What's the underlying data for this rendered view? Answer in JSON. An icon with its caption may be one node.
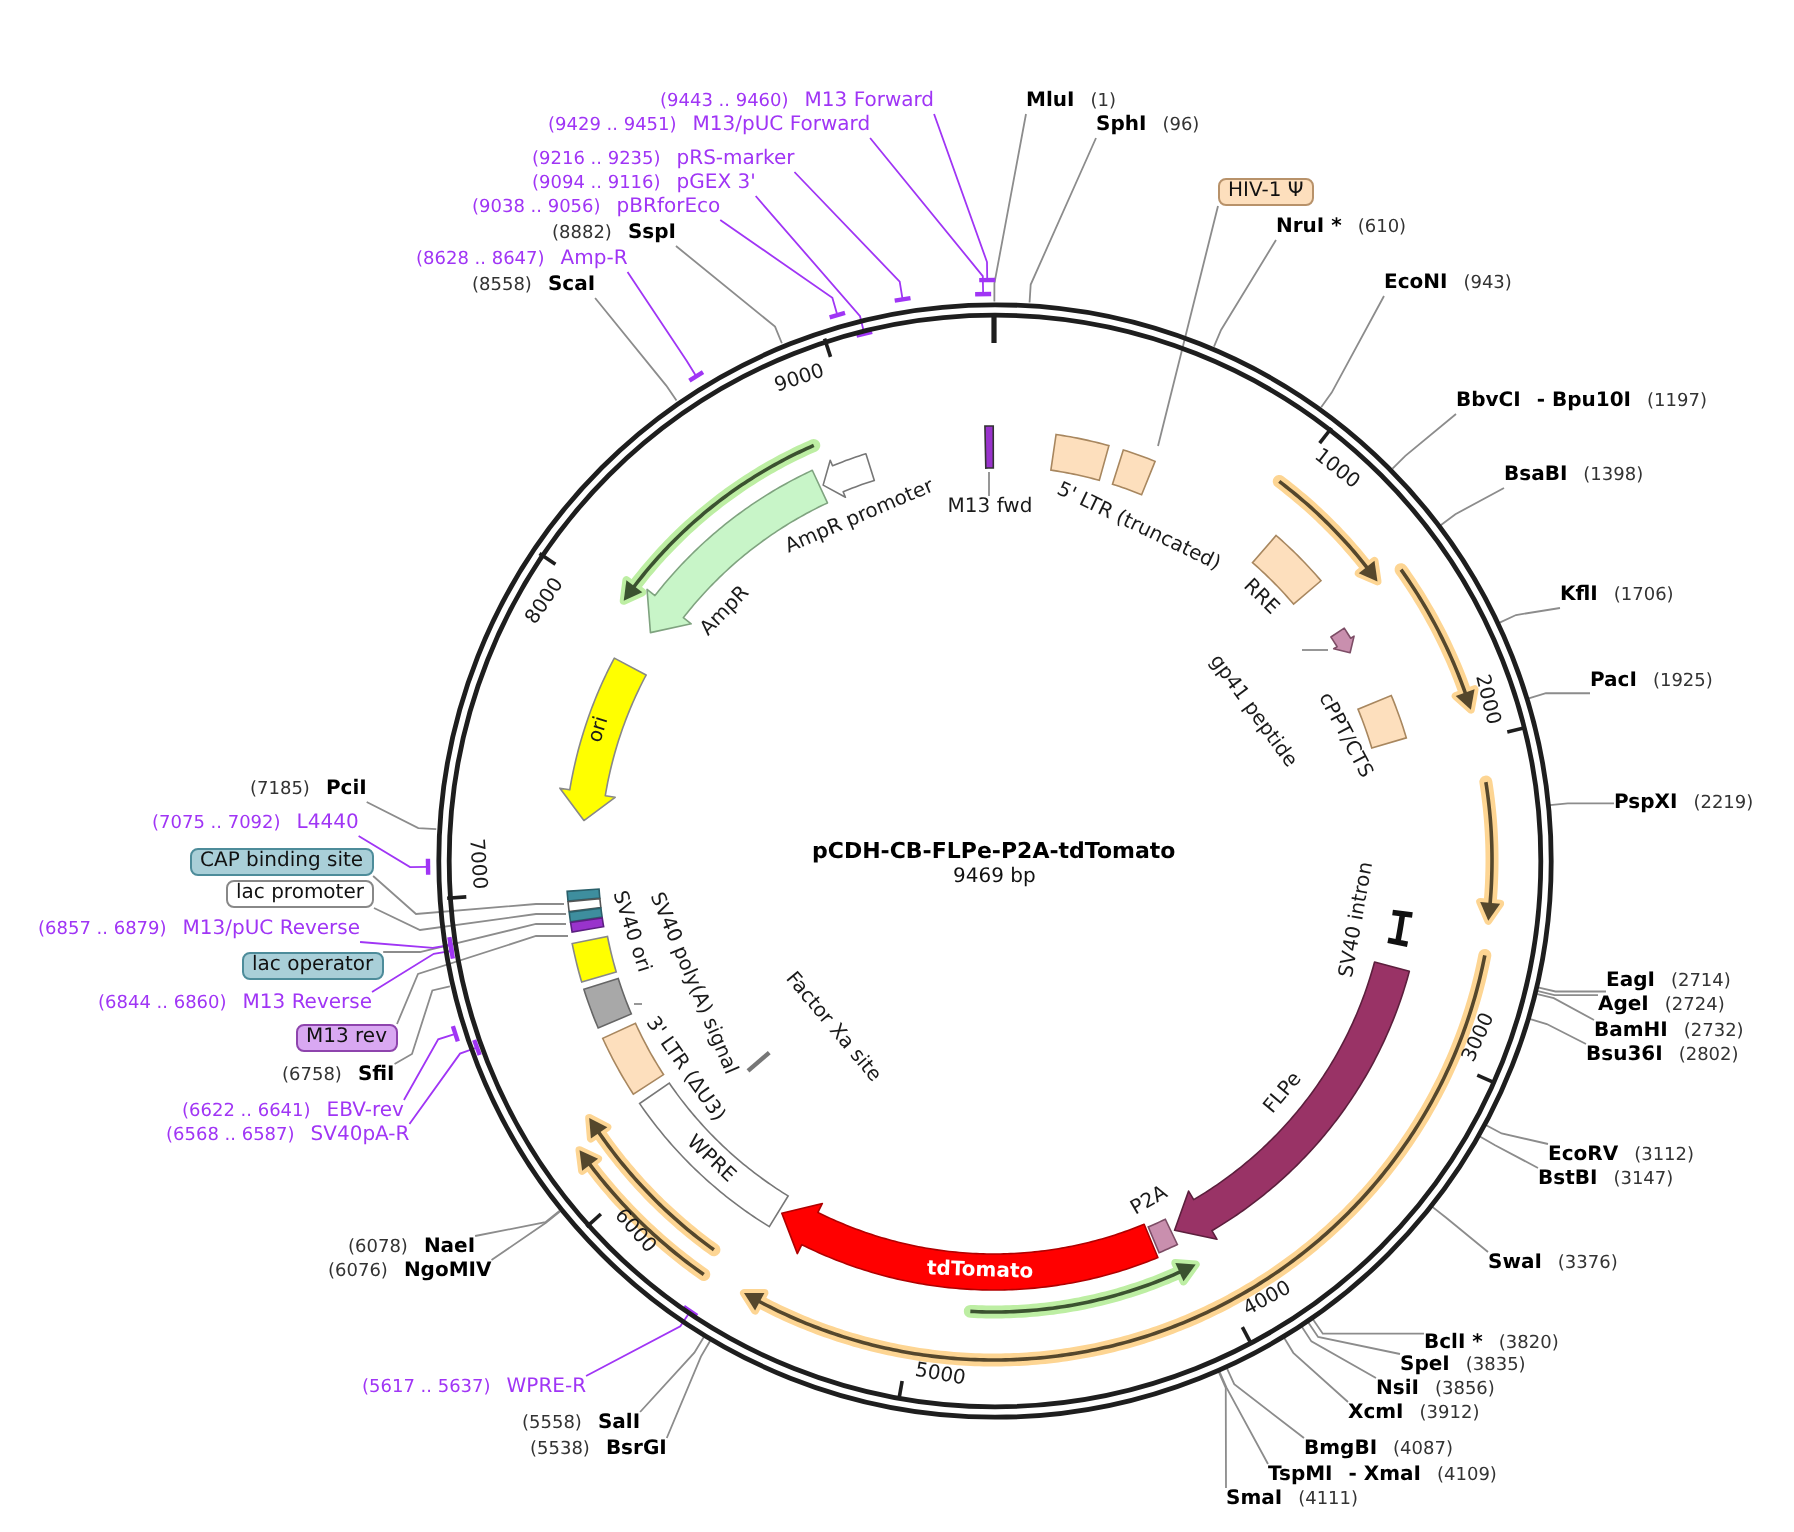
{
  "diagram": {
    "nodes": [
      {
        "text": [
          "MluI",
          "(1)"
        ]
      },
      {
        "text": [
          "SphI",
          "(96)"
        ]
      },
      {
        "text": [
          "HIV-1 Ψ"
        ]
      },
      {
        "text": [
          "NruI *",
          "(610)"
        ]
      },
      {
        "text": [
          "EcoNI",
          "(943)"
        ]
      },
      {
        "text": [
          "BbvCI",
          "- Bpu10I",
          "(1197)"
        ]
      },
      {
        "text": [
          "BsaBI",
          "(1398)"
        ]
      },
      {
        "text": [
          "KflI",
          "(1706)"
        ]
      },
      {
        "text": [
          "PacI",
          "(1925)"
        ]
      },
      {
        "text": [
          "PspXI",
          "(2219)"
        ]
      },
      {
        "text": [
          "EagI",
          "(2714)"
        ]
      },
      {
        "text": [
          "AgeI",
          "(2724)"
        ]
      },
      {
        "text": [
          "BamHI",
          "(2732)"
        ]
      },
      {
        "text": [
          "Bsu36I",
          "(2802)"
        ]
      },
      {
        "text": [
          "EcoRV",
          "(3112)"
        ]
      },
      {
        "text": [
          "BstBI",
          "(3147)"
        ]
      },
      {
        "text": [
          "SwaI",
          "(3376)"
        ]
      },
      {
        "text": [
          "BclI *",
          "(3820)"
        ]
      },
      {
        "text": [
          "SpeI",
          "(3835)"
        ]
      },
      {
        "text": [
          "NsiI",
          "(3856)"
        ]
      },
      {
        "text": [
          "XcmI",
          "(3912)"
        ]
      },
      {
        "text": [
          "BmgBI",
          "(4087)"
        ]
      },
      {
        "text": [
          "TspMI",
          "- XmaI",
          "(4109)"
        ]
      },
      {
        "text": [
          "SmaI",
          "(4111)"
        ]
      },
      {
        "text": [
          "(5538)",
          "BsrGI"
        ]
      },
      {
        "text": [
          "(5558)",
          "SalI"
        ]
      },
      {
        "text": [
          "(5617 .. 5637)",
          "WPRE-R"
        ]
      },
      {
        "text": [
          "(6076)",
          "NgoMIV"
        ]
      },
      {
        "text": [
          "(6078)",
          "NaeI"
        ]
      },
      {
        "text": [
          "(6568 .. 6587)",
          "SV40pA-R"
        ]
      },
      {
        "text": [
          "(6622 .. 6641)",
          "EBV-rev"
        ]
      },
      {
        "text": [
          "(6758)",
          "SfiI"
        ]
      },
      {
        "text": [
          "M13 rev"
        ]
      },
      {
        "text": [
          "(6844 .. 6860)",
          "M13 Reverse"
        ]
      },
      {
        "text": [
          "lac operator"
        ]
      },
      {
        "text": [
          "(6857 .. 6879)",
          "M13/pUC Reverse"
        ]
      },
      {
        "text": [
          "lac promoter"
        ]
      },
      {
        "text": [
          "CAP binding site"
        ]
      },
      {
        "text": [
          "(7075 .. 7092)",
          "L4440"
        ]
      },
      {
        "text": [
          "(7185)",
          "PciI"
        ]
      },
      {
        "text": [
          "(8558)",
          "ScaI"
        ]
      },
      {
        "text": [
          "(8628 .. 8647)",
          "Amp-R"
        ]
      },
      {
        "text": [
          "(8882)",
          "SspI"
        ]
      },
      {
        "text": [
          "(9038 .. 9056)",
          "pBRforEco"
        ]
      },
      {
        "text": [
          "(9094 .. 9116)",
          "pGEX 3'"
        ]
      },
      {
        "text": [
          "(9216 .. 9235)",
          "pRS-marker"
        ]
      },
      {
        "text": [
          "(9429 .. 9451)",
          "M13/pUC Forward"
        ]
      },
      {
        "text": [
          "(9443 .. 9460)",
          "M13 Forward"
        ]
      },
      {
        "text": [
          "pCDH-CB-FLPe-P2A-tdTomato",
          "9469 bp"
        ]
      },
      {
        "text": [
          "M13 fwd"
        ],
        "in": 48
      },
      {
        "text": [],
        "shape": "bar",
        "in": 48
      },
      {
        "text": [
          "5' LTR (truncated)"
        ],
        "in": 48
      },
      {
        "text": [],
        "shape": "box",
        "in": 48
      },
      {
        "text": [
          "RRE"
        ],
        "in": 48
      },
      {
        "text": [
          "gp41 peptide"
        ],
        "in": 48
      },
      {
        "text": [],
        "shape": "arrow",
        "in": 48
      },
      {
        "text": [
          "cPPT/CTS"
        ],
        "in": 48
      },
      {
        "text": [
          "SV40 intron"
        ],
        "in": 48
      },
      {
        "text": [
          "FLPe"
        ],
        "in": 48
      },
      {
        "text": [
          "P2A"
        ],
        "in": 48
      },
      {
        "text": [
          "tdTomato"
        ],
        "in": 48
      },
      {
        "text": [
          "WPRE"
        ],
        "in": 48
      },
      {
        "text": [
          "3' LTR (ΔU3)"
        ],
        "in": 48
      },
      {
        "text": [
          "SV40 poly(A) signal"
        ],
        "in": 48
      },
      {
        "text": [],
        "shape": "box",
        "in": 48
      },
      {
        "text": [
          "SV40 ori"
        ],
        "in": 48
      },
      {
        "text": [],
        "shape": "box",
        "in": 48
      },
      {
        "text": [],
        "shape": "box",
        "in": 48
      },
      {
        "text": [],
        "shape": "box",
        "in": 48
      },
      {
        "text": [],
        "shape": "box",
        "in": 48
      },
      {
        "text": [
          "ori"
        ],
        "in": 48
      },
      {
        "text": [
          "AmpR"
        ],
        "in": 48
      },
      {
        "text": [
          "AmpR promoter"
        ],
        "in": 48
      },
      {
        "text": [
          "Factor Xa site"
        ],
        "in": 48
      }
    ],
    "edges": [
      {
        "from": 0,
        "to": 48,
        "arrow": "none"
      },
      {
        "from": 1,
        "to": 48,
        "arrow": "none"
      },
      {
        "from": 2,
        "to": 52,
        "arrow": "none"
      },
      {
        "from": 3,
        "to": 48,
        "arrow": "none"
      },
      {
        "from": 4,
        "to": 48,
        "arrow": "none"
      },
      {
        "from": 5,
        "to": 48,
        "arrow": "none"
      },
      {
        "from": 6,
        "to": 48,
        "arrow": "none"
      },
      {
        "from": 7,
        "to": 48,
        "arrow": "none"
      },
      {
        "from": 8,
        "to": 48,
        "arrow": "none"
      },
      {
        "from": 9,
        "to": 48,
        "arrow": "none"
      },
      {
        "from": 10,
        "to": 48,
        "arrow": "none"
      },
      {
        "from": 11,
        "to": 48,
        "arrow": "none"
      },
      {
        "from": 12,
        "to": 48,
        "arrow": "none"
      },
      {
        "from": 13,
        "to": 48,
        "arrow": "none"
      },
      {
        "from": 14,
        "to": 48,
        "arrow": "none"
      },
      {
        "from": 15,
        "to": 48,
        "arrow": "none"
      },
      {
        "from": 16,
        "to": 48,
        "arrow": "none"
      },
      {
        "from": 17,
        "to": 48,
        "arrow": "none"
      },
      {
        "from": 18,
        "to": 48,
        "arrow": "none"
      },
      {
        "from": 19,
        "to": 48,
        "arrow": "none"
      },
      {
        "from": 20,
        "to": 48,
        "arrow": "none"
      },
      {
        "from": 21,
        "to": 48,
        "arrow": "none"
      },
      {
        "from": 22,
        "to": 48,
        "arrow": "none"
      },
      {
        "from": 23,
        "to": 48,
        "arrow": "none"
      },
      {
        "from": 24,
        "to": 48,
        "arrow": "none"
      },
      {
        "from": 25,
        "to": 48,
        "arrow": "none"
      },
      {
        "from": 26,
        "to": 48,
        "arrow": "other",
        "color": "#a035f5"
      },
      {
        "from": 27,
        "to": 48,
        "arrow": "none"
      },
      {
        "from": 28,
        "to": 48,
        "arrow": "none"
      },
      {
        "from": 29,
        "to": 48,
        "arrow": "other",
        "color": "#a035f5"
      },
      {
        "from": 30,
        "to": 48,
        "arrow": "other",
        "color": "#a035f5"
      },
      {
        "from": 31,
        "to": 48,
        "arrow": "none"
      },
      {
        "from": 32,
        "to": 69,
        "arrow": "none"
      },
      {
        "from": 33,
        "to": 48,
        "arrow": "other",
        "color": "#a035f5"
      },
      {
        "from": 34,
        "to": 68,
        "arrow": "none"
      },
      {
        "from": 35,
        "to": 48,
        "arrow": "other",
        "color": "#a035f5"
      },
      {
        "from": 36,
        "to": 67,
        "arrow": "none"
      },
      {
        "from": 37,
        "to": 66,
        "arrow": "none"
      },
      {
        "from": 38,
        "to": 48,
        "arrow": "other",
        "color": "#a035f5"
      },
      {
        "from": 39,
        "to": 48,
        "arrow": "none"
      },
      {
        "from": 40,
        "to": 48,
        "arrow": "none"
      },
      {
        "from": 41,
        "to": 48,
        "arrow": "other",
        "color": "#a035f5"
      },
      {
        "from": 42,
        "to": 48,
        "arrow": "none"
      },
      {
        "from": 43,
        "to": 48,
        "arrow": "other",
        "color": "#a035f5"
      },
      {
        "from": 44,
        "to": 48,
        "arrow": "other",
        "color": "#a035f5"
      },
      {
        "from": 45,
        "to": 48,
        "arrow": "other",
        "color": "#a035f5"
      },
      {
        "from": 46,
        "to": 48,
        "arrow": "other",
        "color": "#a035f5"
      },
      {
        "from": 47,
        "to": 48,
        "arrow": "other",
        "color": "#a035f5"
      },
      {
        "from": 49,
        "to": 50,
        "arrow": "none"
      },
      {
        "from": 54,
        "to": 55,
        "arrow": "none"
      },
      {
        "from": 63,
        "to": 64,
        "arrow": "none"
      }
    ],
    "labels": [
      "9000",
      "1000",
      "8000",
      "2000",
      "7000",
      "3000",
      "6000",
      "4000",
      "5000"
    ]
  }
}
